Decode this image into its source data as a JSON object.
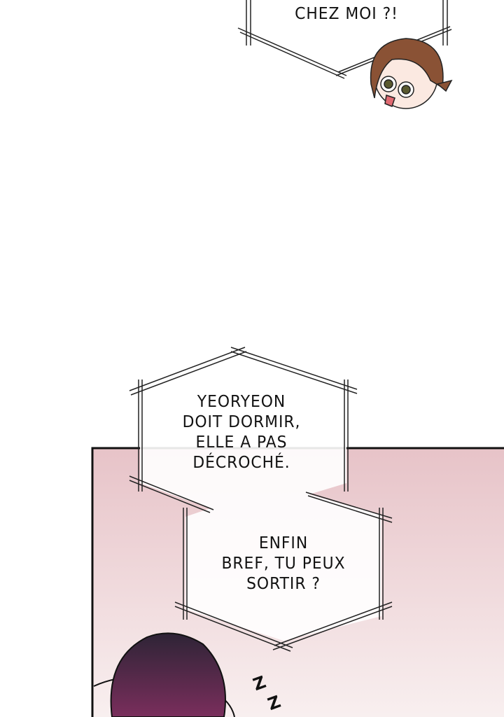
{
  "bubbles": [
    {
      "text": "CHEZ MOI ?!"
    },
    {
      "lines": [
        "YEORYEON",
        "DOIT DORMIR,",
        "ELLE A PAS",
        "DÉCROCHÉ."
      ]
    },
    {
      "lines": [
        "ENFIN",
        "BREF, TU PEUX",
        "SORTIR ?"
      ]
    }
  ],
  "sfx": [
    "Z",
    "Z"
  ],
  "colors": {
    "panel_top": "#e7c3c8",
    "panel_bottom": "#f9f1f1",
    "hair_dark": "#3b2a40",
    "hair_brown": "#8a5235"
  }
}
